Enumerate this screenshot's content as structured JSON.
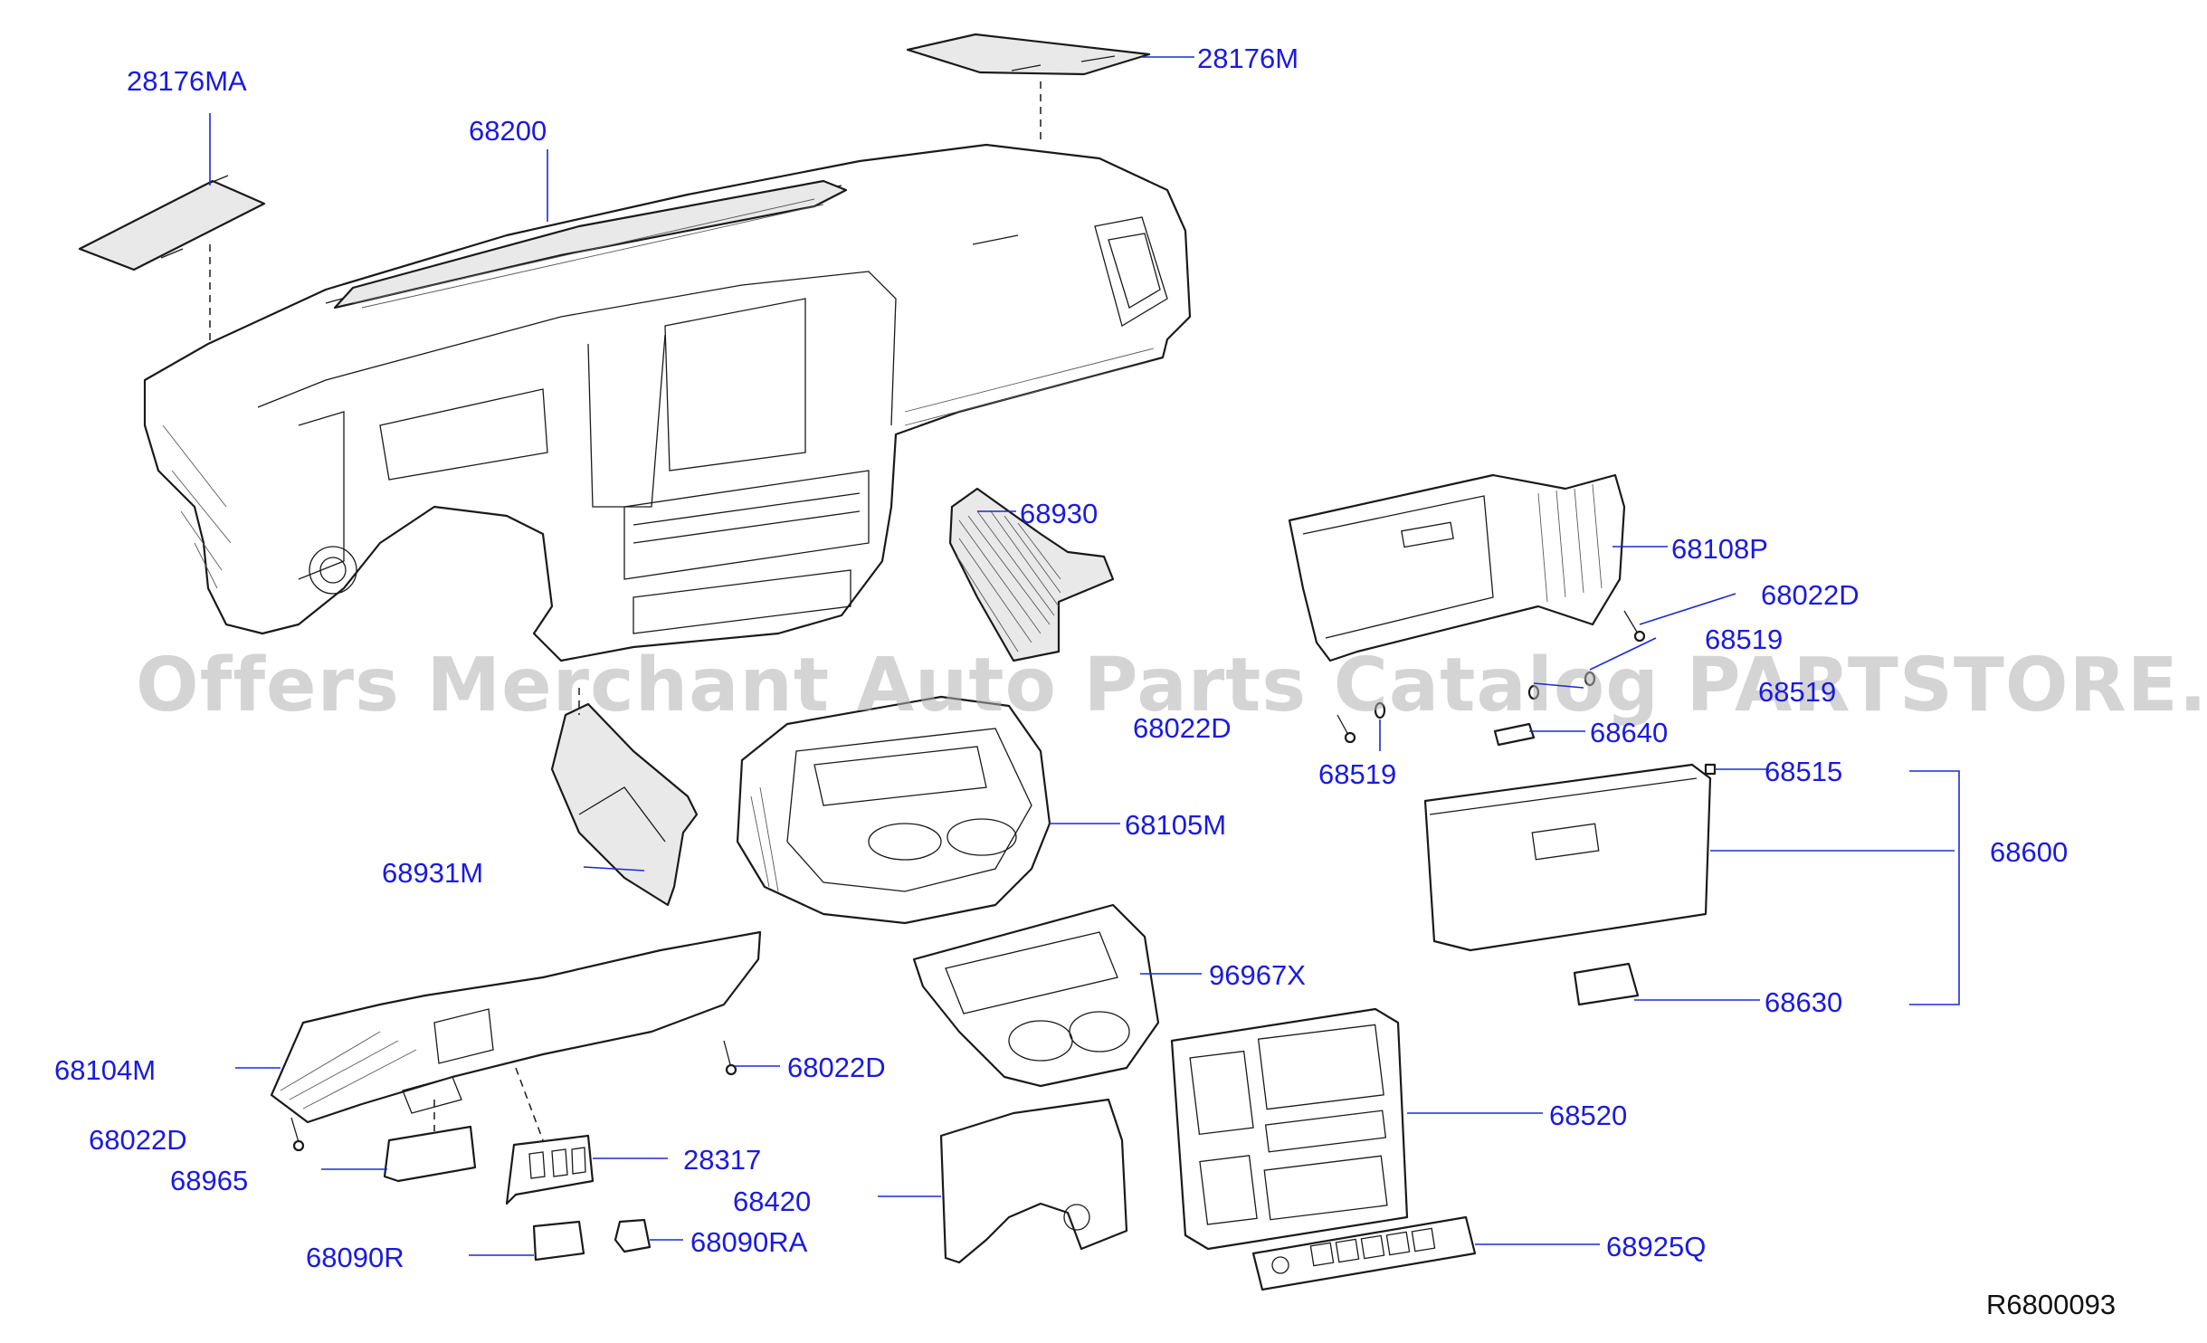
{
  "colors": {
    "label": "#1a1ae0",
    "line": "#1a1a1a",
    "watermark": "#b0b0b0"
  },
  "watermark": "Offers Merchant Auto Parts Catalog PARTSTORE.SA",
  "reference": "R6800093",
  "labels": {
    "p28176MA": "28176MA",
    "p68200": "68200",
    "p28176M": "28176M",
    "p68930": "68930",
    "p68108P": "68108P",
    "p68022D_a": "68022D",
    "p68519_a": "68519",
    "p68519_b": "68519",
    "p68022D_b": "68022D",
    "p68640": "68640",
    "p68519_c": "68519",
    "p68515": "68515",
    "p68600": "68600",
    "p68105M": "68105M",
    "p68931M": "68931M",
    "p96967X": "96967X",
    "p68630": "68630",
    "p68104M": "68104M",
    "p68022D_c": "68022D",
    "p68022D_d": "68022D",
    "p68520": "68520",
    "p68965": "68965",
    "p28317": "28317",
    "p68420": "68420",
    "p68090R": "68090R",
    "p68090RA": "68090RA",
    "p68925Q": "68925Q"
  }
}
